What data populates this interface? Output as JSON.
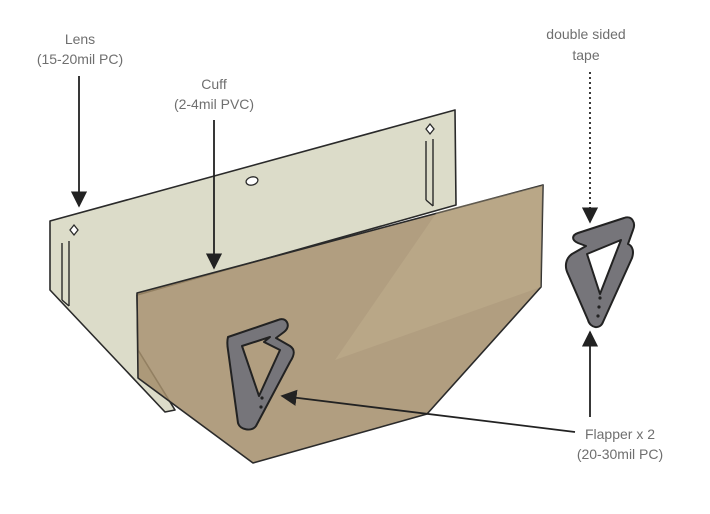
{
  "labels": {
    "lens": {
      "line1": "Lens",
      "line2": "(15-20mil PC)"
    },
    "cuff": {
      "line1": "Cuff",
      "line2": "(2-4mil PVC)"
    },
    "tape": {
      "line1": "double sided",
      "line2": "tape"
    },
    "flapper": {
      "line1": "Flapper x 2",
      "line2": "(20-30mil PC)"
    }
  },
  "colors": {
    "lens_fill": "#dcdcc9",
    "cuff_fill": "#a48e6b",
    "flapper_fill": "#76757a",
    "outline": "#222222",
    "label_text": "#6f6f6f"
  }
}
